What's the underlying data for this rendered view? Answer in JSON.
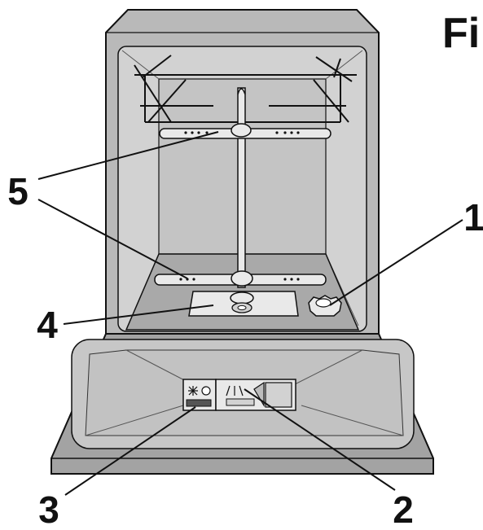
{
  "figure": {
    "title_fragment": "Fi"
  },
  "callouts": [
    {
      "number": "1",
      "part": "salt-container-cap"
    },
    {
      "number": "2",
      "part": "detergent-dispenser"
    },
    {
      "number": "3",
      "part": "rinse-aid-dispenser"
    },
    {
      "number": "4",
      "part": "filter-system"
    },
    {
      "number": "5",
      "part": "spray-arms"
    }
  ],
  "colors": {
    "outline": "#111111",
    "tub_outer": "#b9b9b9",
    "tub_inner": "#d2d2d2",
    "back_wall": "#c4c4c4",
    "floor": "#a9a9a9",
    "door_face": "#c7c7c7",
    "door_edge": "#a3a3a3",
    "part_light": "#e9e9e9"
  }
}
